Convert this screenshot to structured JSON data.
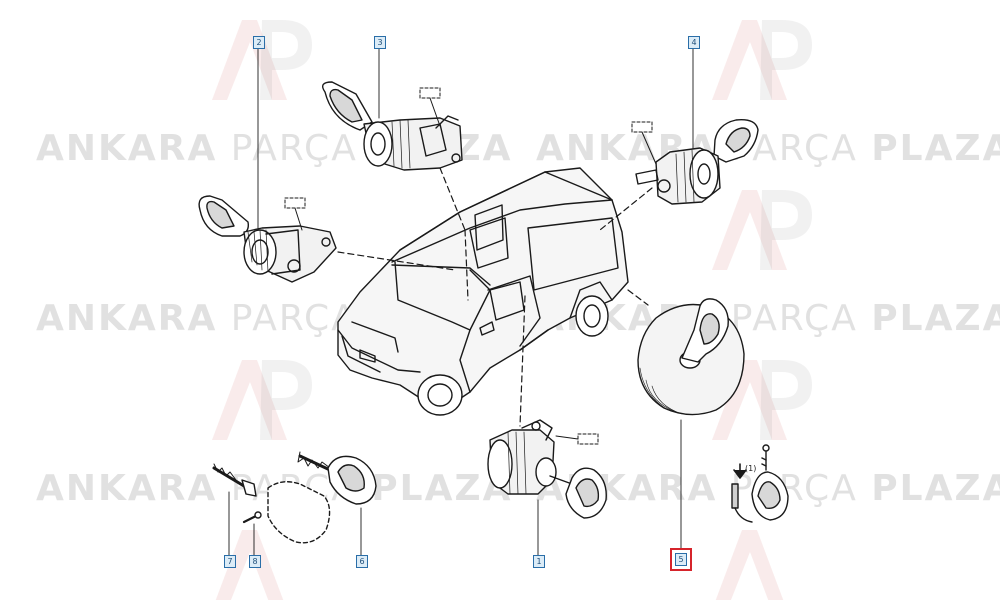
{
  "watermark": {
    "brand_left": "ANKARA",
    "brand_mid": "PARÇA",
    "brand_right": "PLAZA",
    "logo_letters": "AP"
  },
  "callouts": [
    {
      "id": "callout-2",
      "label": "2",
      "highlight": false
    },
    {
      "id": "callout-3",
      "label": "3",
      "highlight": false
    },
    {
      "id": "callout-4",
      "label": "4",
      "highlight": false
    },
    {
      "id": "callout-7",
      "label": "7",
      "highlight": false
    },
    {
      "id": "callout-8",
      "label": "8",
      "highlight": false
    },
    {
      "id": "callout-6",
      "label": "6",
      "highlight": false
    },
    {
      "id": "callout-1",
      "label": "1",
      "highlight": false
    },
    {
      "id": "callout-5",
      "label": "5",
      "highlight": true
    }
  ],
  "note_ref": "(1)",
  "colors": {
    "accent": "#d6242b",
    "callout_border": "#2a6ea8",
    "line": "#1a1a1a"
  }
}
